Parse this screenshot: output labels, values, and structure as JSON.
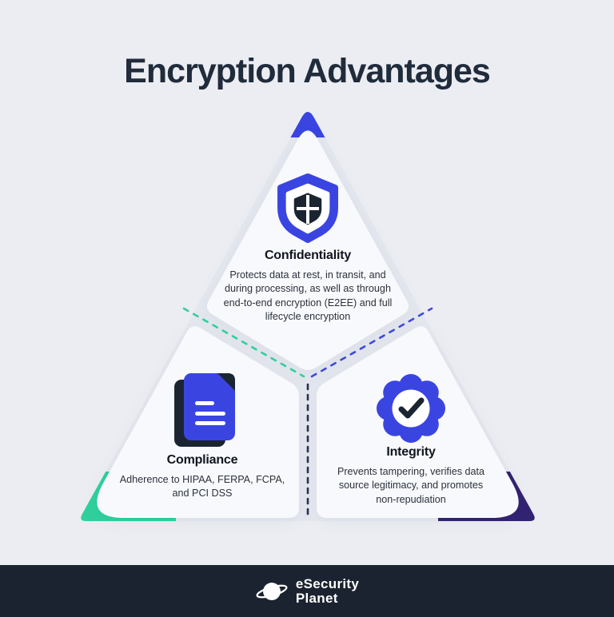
{
  "title": "Encryption Advantages",
  "colors": {
    "bg": "#ebedf2",
    "tri": "#e4e7ee",
    "section": "#f8f9fc",
    "blue": "#3a45e1",
    "green": "#2fd09c",
    "purple": "#322272",
    "navy": "#1b2532",
    "dashGreen": "#2fd09c",
    "dashBlue": "#3f49da",
    "dashNavy": "#2a3152",
    "footerBg": "#1b2330",
    "titleColor": "#202b3b",
    "headingColor": "#10151f",
    "bodyColor": "#2b313c"
  },
  "sections": {
    "confidentiality": {
      "heading": "Confidentiality",
      "body": [
        "Protects data at rest, in transit, and",
        "during processing, as well as through",
        "end-to-end encryption (E2EE) and full",
        "lifecycle encryption"
      ],
      "icon": "shield-icon"
    },
    "compliance": {
      "heading": "Compliance",
      "body": [
        "Adherence to HIPAA, FERPA, FCPA,",
        "and PCI DSS"
      ],
      "icon": "documents-icon"
    },
    "integrity": {
      "heading": "Integrity",
      "body": [
        "Prevents tampering, verifies data",
        "source legitimacy, and promotes",
        "non-repudiation"
      ],
      "icon": "badge-check-icon"
    }
  },
  "footer": {
    "brand_line1": "eSecurity",
    "brand_line2": "Planet",
    "icon": "planet-logo-icon"
  }
}
